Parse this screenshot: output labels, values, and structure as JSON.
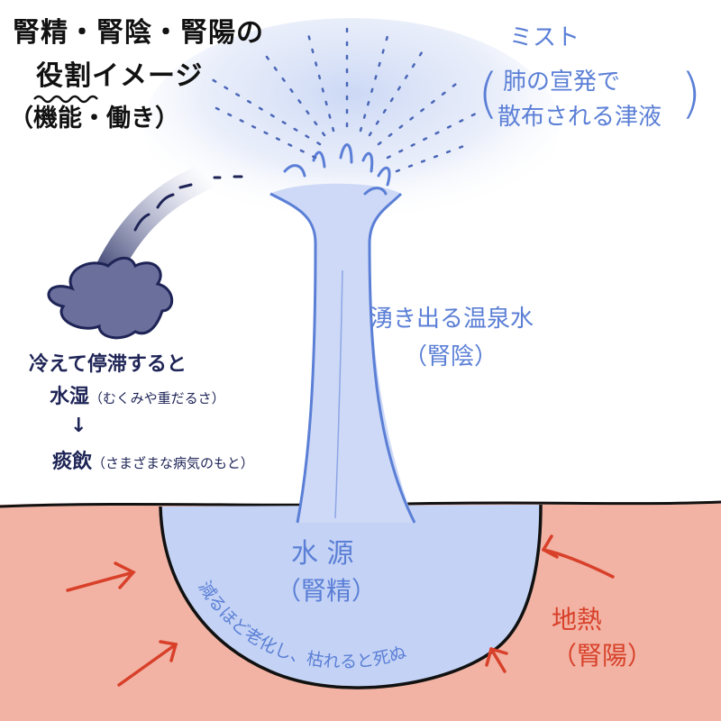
{
  "title": {
    "line1": "腎精・腎陰・腎陽の",
    "line2": "役割イメージ",
    "line3": "（機能・働き）"
  },
  "mist": {
    "label": "ミスト",
    "paren_open": "(",
    "paren_close": ")",
    "desc_line1": "肺の宣発で",
    "desc_line2": "散布される津液"
  },
  "fountain": {
    "label": "湧き出る温泉水",
    "sub": "（腎陰）"
  },
  "stagnation": {
    "line1": "冷えて停滞すると",
    "line2_main": "水湿",
    "line2_note": "（むくみや重だるさ）",
    "arrow": "↓",
    "line3_main": "痰飲",
    "line3_note": "（さまざまな病気のもと）"
  },
  "source": {
    "label": "水 源",
    "sub": "（腎精）",
    "curve_text": "減るほど老化し、枯れると死ぬ"
  },
  "heat": {
    "label": "地熱",
    "sub": "（腎陽）"
  },
  "colors": {
    "ground": "#f2b3a4",
    "water": "#c4d3f5",
    "water_text": "#5b7fd6",
    "heat_arrow": "#d8402a",
    "cloud": "#6a6f9c",
    "cloud_outline": "#1e2456"
  }
}
